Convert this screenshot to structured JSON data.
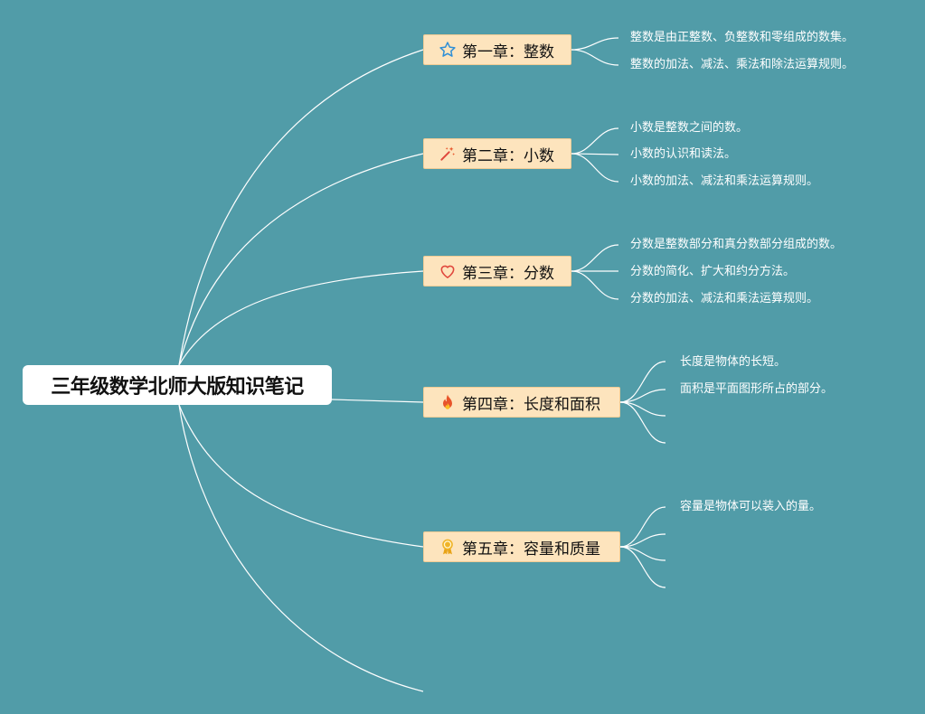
{
  "root": {
    "title": "三年级数学北师大版知识笔记"
  },
  "chapters": [
    {
      "title": "第一章：整数",
      "icon": "star-icon",
      "notes": [
        "整数是由正整数、负整数和零组成的数集。",
        "整数的加法、减法、乘法和除法运算规则。"
      ]
    },
    {
      "title": "第二章：小数",
      "icon": "magic-wand-icon",
      "notes": [
        "小数是整数之间的数。",
        "小数的认识和读法。",
        "小数的加法、减法和乘法运算规则。"
      ]
    },
    {
      "title": "第三章：分数",
      "icon": "heart-icon",
      "notes": [
        "分数是整数部分和真分数部分组成的数。",
        "分数的简化、扩大和约分方法。",
        "分数的加法、减法和乘法运算规则。"
      ]
    },
    {
      "title": "第四章：长度和面积",
      "icon": "fire-icon",
      "notes": [
        "长度是物体的长短。",
        "面积是平面图形所占的部分。",
        "",
        ""
      ]
    },
    {
      "title": "第五章：容量和质量",
      "icon": "award-ribbon-icon",
      "notes": [
        "容量是物体可以装入的量。",
        "",
        "",
        ""
      ]
    }
  ],
  "colors": {
    "background": "#519ca8",
    "chapter_fill": "#fde4bd",
    "connector": "#ffffff",
    "star": "#2f8fd6",
    "heart": "#e0473c",
    "fire": "#e8542a",
    "award": "#f0b429"
  }
}
